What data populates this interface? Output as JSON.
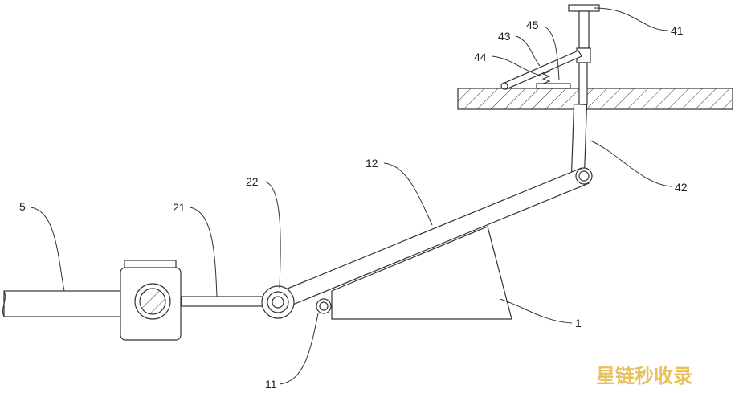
{
  "labels": {
    "l41": "41",
    "l45": "45",
    "l43": "43",
    "l44": "44",
    "l42": "42",
    "l12": "12",
    "l22": "22",
    "l21": "21",
    "l5": "5",
    "l1": "1",
    "l11": "11"
  },
  "watermark": "星链秒收录",
  "colors": {
    "line": "#333333",
    "watermark": "#e8c15a"
  }
}
